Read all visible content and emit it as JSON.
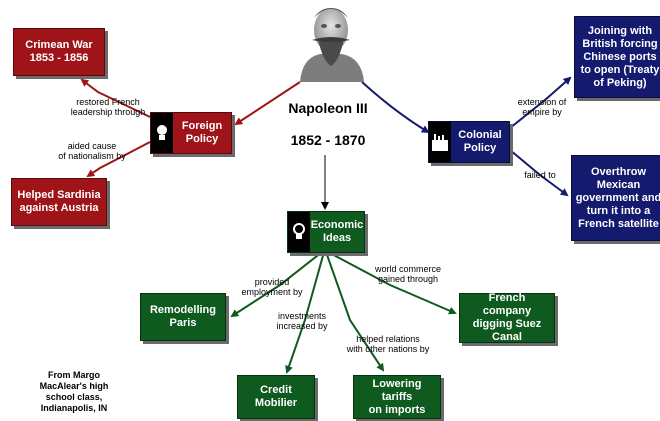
{
  "center": {
    "title": "Napoleon III",
    "years": "1852 - 1870"
  },
  "nodes": {
    "crimean_war": "Crimean War\n1853 - 1856",
    "foreign_policy": "Foreign\nPolicy",
    "helped_sardinia": "Helped Sardinia\nagainst Austria",
    "colonial_policy": "Colonial\nPolicy",
    "chinese_ports": "Joining with\nBritish forcing\nChinese ports\nto open (Treaty\nof Peking)",
    "mexican_gov": "Overthrow\nMexican\ngovernment and\nturn it into a\nFrench satellite",
    "economic_ideas": "Economic\nIdeas",
    "remodelling_paris": "Remodelling\nParis",
    "credit_mobilier": "Credit\nMobilier",
    "lowering_tariffs": "Lowering tariffs\non imports",
    "suez_canal": "French company\ndigging Suez\nCanal"
  },
  "labels": {
    "restored": "restored French\nleadership through",
    "aided": "aided cause\nof nationalism by",
    "extension": "extension of\nempire by",
    "failed": "failed to",
    "provided": "provided\nemployment by",
    "investments": "investments\nincreased by",
    "helped": "helped relations\nwith other nations by",
    "world_commerce": "world commerce\ngained through"
  },
  "credit": "From Margo\nMacAlear's high\nschool class,\nIndianapolis, IN",
  "colors": {
    "red": "#9e1418",
    "navy": "#141a6e",
    "green": "#0f5a1e"
  }
}
